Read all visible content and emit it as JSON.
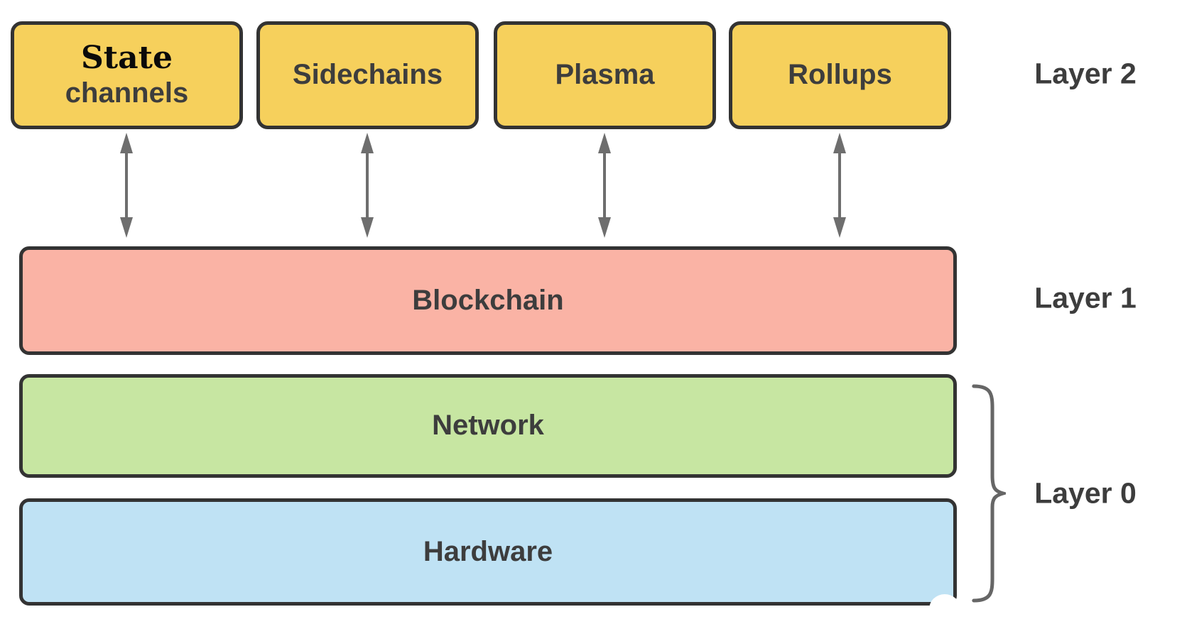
{
  "layers": {
    "layer2": {
      "label": "Layer 2",
      "nodes": {
        "state_channels": {
          "line1": "State",
          "line2": "channels"
        },
        "sidechains": "Sidechains",
        "plasma": "Plasma",
        "rollups": "Rollups"
      }
    },
    "layer1": {
      "label": "Layer 1",
      "node": "Blockchain"
    },
    "layer0": {
      "label": "Layer 0",
      "node_network": "Network",
      "node_hardware": "Hardware"
    }
  },
  "colors": {
    "background": "#ffffff",
    "layer2_box_fill": "#f6d05c",
    "layer1_box_fill": "#fab3a5",
    "network_box_fill": "#c7e6a2",
    "hardware_box_fill": "#bfe2f4",
    "box_border": "#333333",
    "label_text": "#3d3d3d",
    "state_text": "#0a0a0a",
    "arrow": "#6e6e6e",
    "brace": "#666666"
  }
}
